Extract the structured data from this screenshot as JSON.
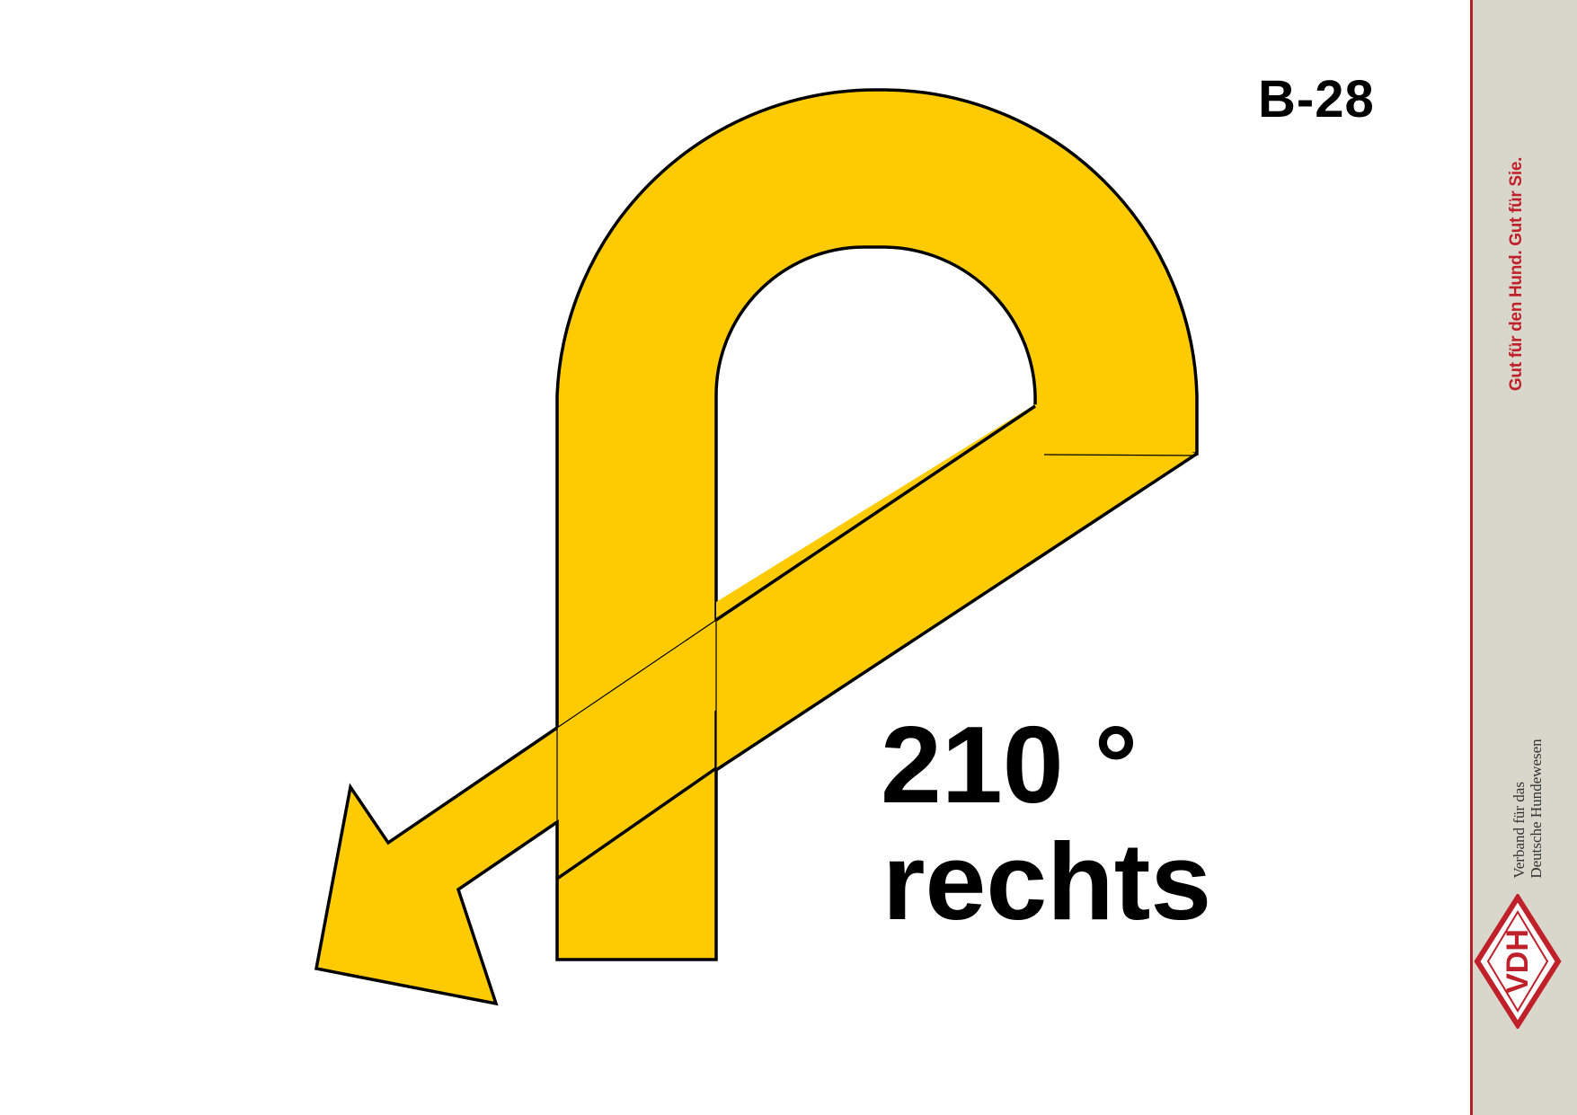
{
  "sign": {
    "code": "B-28",
    "angle": "210 °",
    "direction": "rechts",
    "arrow_icon": "u-turn-210-right-arrow-icon"
  },
  "side_band": {
    "slogan": "Gut für den Hund. Gut für Sie.",
    "org_line_1": "Verband für das",
    "org_line_2": "Deutsche Hundewesen",
    "logo_text": "VDH"
  },
  "colors": {
    "arrow_fill": "#FDCB00",
    "outline": "#000000",
    "brand_red": "#C0202A",
    "band_bg": "#D9D7CC"
  }
}
